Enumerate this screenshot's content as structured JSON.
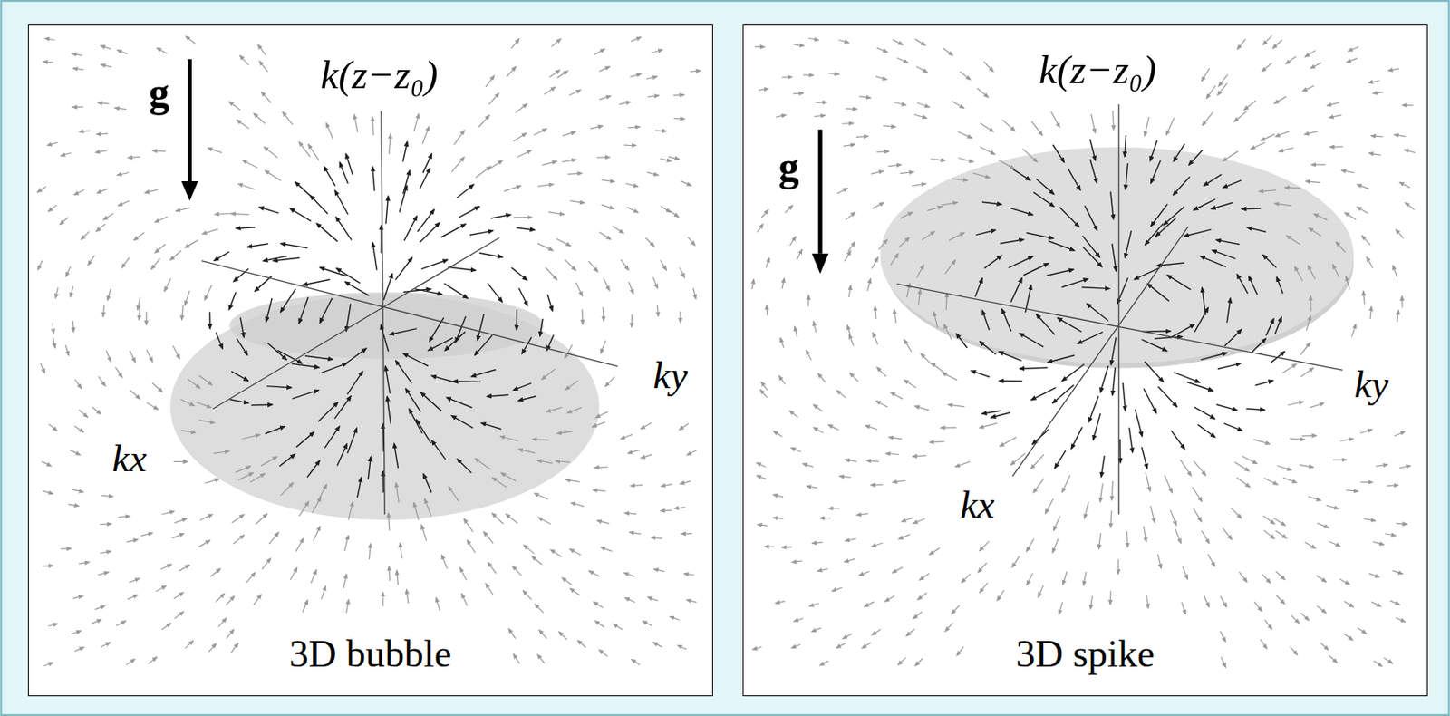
{
  "diagram": {
    "nodes": [
      {
        "text": [
          "3D bubble"
        ]
      },
      {
        "text": [
          "3D spike"
        ]
      }
    ],
    "labels": [
      "g",
      "k(z−z₀)",
      "ky",
      "kx",
      "g",
      "k(z−z₀)",
      "ky",
      "kx"
    ]
  }
}
